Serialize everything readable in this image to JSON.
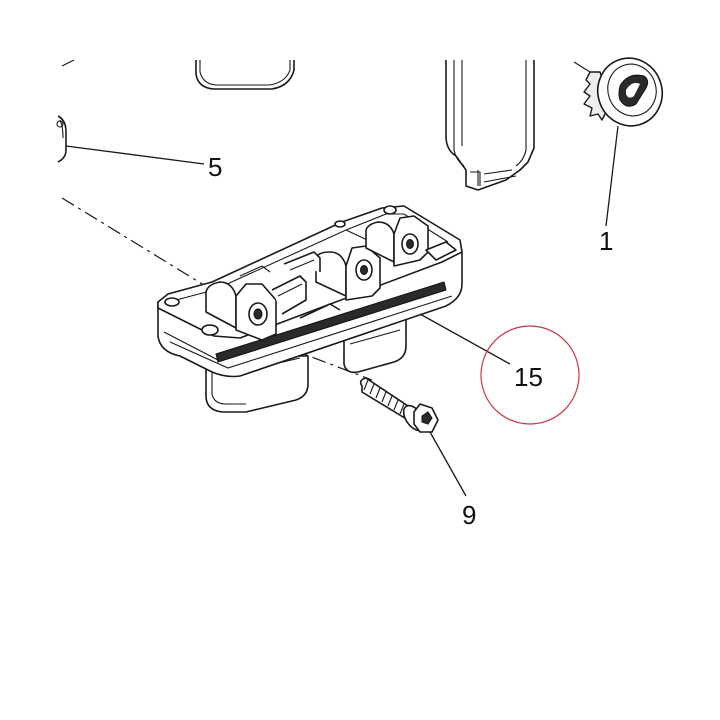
{
  "callouts": {
    "c1": "1",
    "c5": "5",
    "c9": "9",
    "c15": "15"
  },
  "highlight": {
    "target": "15",
    "color": "#cc3344"
  }
}
